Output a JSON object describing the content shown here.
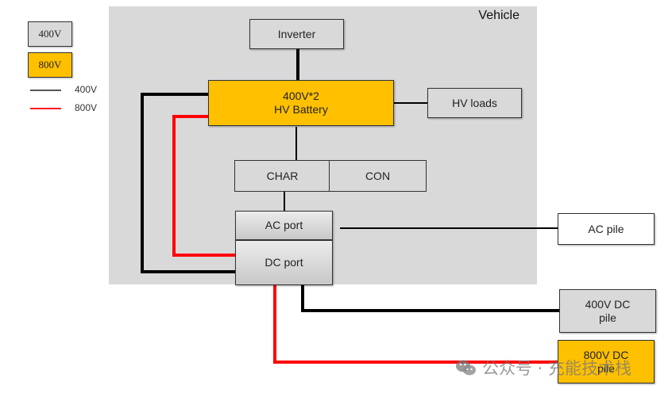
{
  "legend": {
    "box_400v": "400V",
    "box_800v": "800V",
    "line_400v": "400V",
    "line_800v": "800V"
  },
  "colors": {
    "line_400v": "#000000",
    "line_800v": "#ff0000",
    "box_400v": "#d9d9d9",
    "box_800v": "#ffc000",
    "vehicle_bg": "#d9d9d9"
  },
  "vehicle": {
    "label": "Vehicle"
  },
  "nodes": {
    "inverter": "Inverter",
    "battery_line1": "400V*2",
    "battery_line2": "HV Battery",
    "hv_loads": "HV loads",
    "char": "CHAR",
    "con": "CON",
    "ac_port": "AC port",
    "dc_port": "DC port",
    "ac_pile": "AC pile",
    "dc_pile_400_line1": "400V DC",
    "dc_pile_400_line2": "pile",
    "dc_pile_800_line1": "800V DC",
    "dc_pile_800_line2": "pile"
  },
  "watermark": {
    "text": "公众号 · 充能技术栈"
  }
}
